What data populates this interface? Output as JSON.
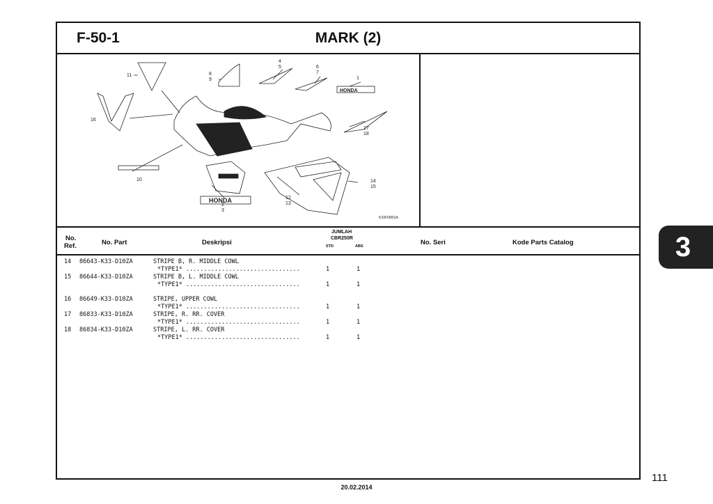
{
  "header": {
    "code": "F-50-1",
    "title": "MARK (2)"
  },
  "diagram": {
    "callouts": [
      "1",
      "2",
      "3",
      "4",
      "5",
      "6",
      "7",
      "8",
      "9",
      "10",
      "11",
      "12",
      "13",
      "14",
      "15",
      "16",
      "17",
      "18"
    ],
    "ref_code": "K33F5M01A",
    "logo_text": "HONDA"
  },
  "columns": {
    "no_ref_1": "No.",
    "no_ref_2": "Ref.",
    "no_part": "No. Part",
    "deskripsi": "Deskripsi",
    "jumlah": "JUMLAH",
    "model": "CBR250R",
    "std": "STD",
    "abs": "ABS",
    "no_seri": "No. Seri",
    "kode": "Kode Parts Catalog"
  },
  "parts": [
    {
      "ref": "14",
      "part": "86643-K33-D10ZA",
      "desc": "STRIPE B, R. MIDDLE COWL",
      "type": "*TYPE1* ................................",
      "std": "1",
      "abs": "1"
    },
    {
      "ref": "15",
      "part": "86644-K33-D10ZA",
      "desc": "STRIPE B, L. MIDDLE COWL",
      "type": "*TYPE1* ................................",
      "std": "1",
      "abs": "1"
    },
    {
      "ref": "16",
      "part": "86649-K33-D10ZA",
      "desc": "STRIPE, UPPER COWL",
      "type": "*TYPE1* ................................",
      "std": "1",
      "abs": "1"
    },
    {
      "ref": "17",
      "part": "86833-K33-D10ZA",
      "desc": "STRIPE, R. RR. COVER",
      "type": "*TYPE1* ................................",
      "std": "1",
      "abs": "1"
    },
    {
      "ref": "18",
      "part": "86834-K33-D10ZA",
      "desc": "STRIPE, L. RR. COVER",
      "type": "*TYPE1* ................................",
      "std": "1",
      "abs": "1"
    }
  ],
  "side_tab": "3",
  "page_number": "111",
  "date": "20.02.2014"
}
